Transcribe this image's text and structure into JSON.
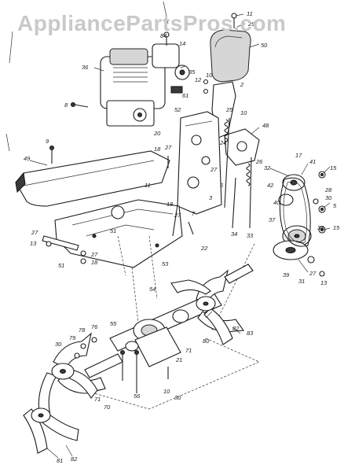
{
  "watermark": "AppliancePartsPros.com",
  "callouts": [
    {
      "id": "c11",
      "text": "11"
    },
    {
      "id": "c29",
      "text": "29"
    },
    {
      "id": "c50",
      "text": "50"
    },
    {
      "id": "c84",
      "text": "84"
    },
    {
      "id": "c14",
      "text": "14"
    },
    {
      "id": "c36",
      "text": "36"
    },
    {
      "id": "c35",
      "text": "35"
    },
    {
      "id": "c12",
      "text": "12"
    },
    {
      "id": "c10a",
      "text": "10"
    },
    {
      "id": "c2",
      "text": "2"
    },
    {
      "id": "c8",
      "text": "8"
    },
    {
      "id": "c61",
      "text": "61"
    },
    {
      "id": "c52",
      "text": "52"
    },
    {
      "id": "c25",
      "text": "25"
    },
    {
      "id": "c10b",
      "text": "10"
    },
    {
      "id": "c48",
      "text": "48"
    },
    {
      "id": "c20",
      "text": "20"
    },
    {
      "id": "c9",
      "text": "9"
    },
    {
      "id": "c18a",
      "text": "18"
    },
    {
      "id": "c27a",
      "text": "27"
    },
    {
      "id": "c24",
      "text": "24"
    },
    {
      "id": "c26",
      "text": "26"
    },
    {
      "id": "c17",
      "text": "17"
    },
    {
      "id": "c41",
      "text": "41"
    },
    {
      "id": "c49",
      "text": "49"
    },
    {
      "id": "c32",
      "text": "32"
    },
    {
      "id": "c15a",
      "text": "15"
    },
    {
      "id": "c11b",
      "text": "11"
    },
    {
      "id": "c27b",
      "text": "27"
    },
    {
      "id": "c42",
      "text": "42"
    },
    {
      "id": "c28",
      "text": "28"
    },
    {
      "id": "c30a",
      "text": "30"
    },
    {
      "id": "c5",
      "text": "5"
    },
    {
      "id": "c40",
      "text": "40"
    },
    {
      "id": "c6",
      "text": "6"
    },
    {
      "id": "c3",
      "text": "3"
    },
    {
      "id": "c18b",
      "text": "18"
    },
    {
      "id": "c27c",
      "text": "27"
    },
    {
      "id": "c7",
      "text": "7"
    },
    {
      "id": "c51a",
      "text": "51"
    },
    {
      "id": "c34",
      "text": "34"
    },
    {
      "id": "c33",
      "text": "33"
    },
    {
      "id": "c22",
      "text": "22"
    },
    {
      "id": "c37",
      "text": "37"
    },
    {
      "id": "c38",
      "text": "38"
    },
    {
      "id": "c15b",
      "text": "15"
    },
    {
      "id": "c27d",
      "text": "27"
    },
    {
      "id": "c13a",
      "text": "13"
    },
    {
      "id": "c27e",
      "text": "27"
    },
    {
      "id": "c18c",
      "text": "18"
    },
    {
      "id": "c51b",
      "text": "51"
    },
    {
      "id": "c53",
      "text": "53"
    },
    {
      "id": "c39",
      "text": "39"
    },
    {
      "id": "c31",
      "text": "31"
    },
    {
      "id": "c27f",
      "text": "27"
    },
    {
      "id": "c13b",
      "text": "13"
    },
    {
      "id": "c54",
      "text": "54"
    },
    {
      "id": "c82a",
      "text": "82"
    },
    {
      "id": "c83",
      "text": "83"
    },
    {
      "id": "c55",
      "text": "55"
    },
    {
      "id": "c78",
      "text": "78"
    },
    {
      "id": "c79",
      "text": "79"
    },
    {
      "id": "c76",
      "text": "76"
    },
    {
      "id": "c30b",
      "text": "30"
    },
    {
      "id": "c80",
      "text": "80"
    },
    {
      "id": "c71a",
      "text": "71"
    },
    {
      "id": "c21",
      "text": "21"
    },
    {
      "id": "c56",
      "text": "56"
    },
    {
      "id": "c10c",
      "text": "10"
    },
    {
      "id": "c30c",
      "text": "30"
    },
    {
      "id": "c70",
      "text": "70"
    },
    {
      "id": "c71b",
      "text": "71"
    },
    {
      "id": "c81",
      "text": "81"
    },
    {
      "id": "c82b",
      "text": "82"
    }
  ]
}
